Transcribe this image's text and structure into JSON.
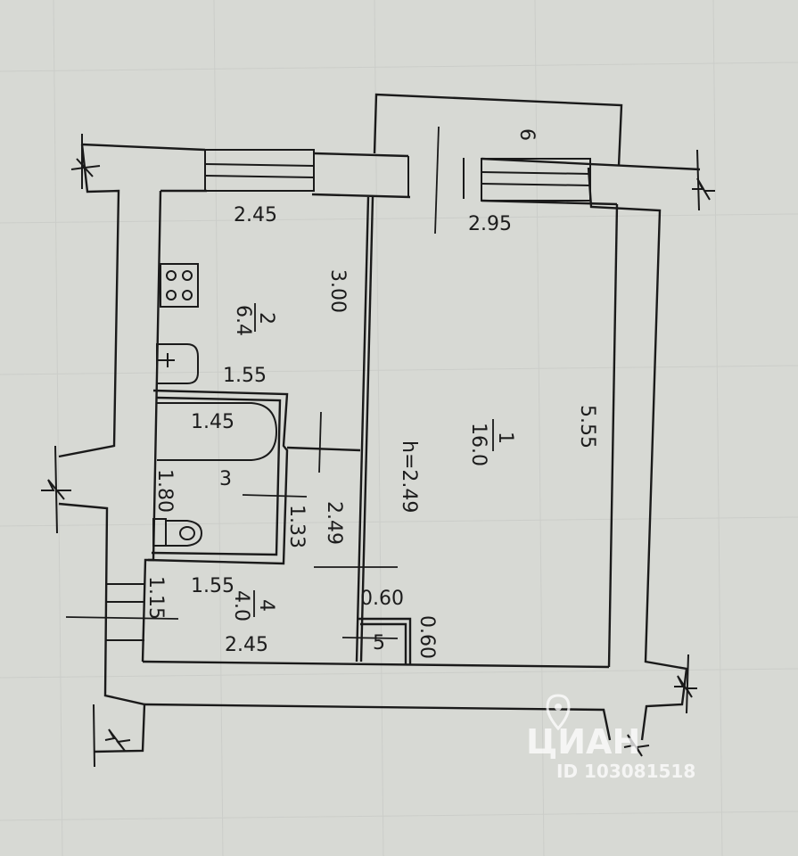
{
  "dimensions": {
    "kitchen_width": "2.45",
    "kitchen_length": "3.00",
    "kitchen_inner": "1.55",
    "room_width": "2.95",
    "room_length": "5.55",
    "ceiling_height": "h=2.49",
    "bath_length": "1.45",
    "bath_width": "1.80",
    "bath_side": "1.33",
    "corridor_length": "2.49",
    "hall_width": "1.55",
    "hall_depth": "1.15",
    "hall_bottom": "2.45",
    "closet_width": "0.60",
    "closet_depth": "0.60"
  },
  "rooms": {
    "room1_number": "1",
    "room1_area": "16.0",
    "room2_number": "2",
    "room2_area": "6.4",
    "room3_number": "3",
    "room4_number": "4",
    "room4_area": "4.0",
    "room5_number": "5",
    "room6_number": "6"
  },
  "watermark": {
    "brand": "ЦИАН",
    "id_text": "ID 103081518"
  }
}
